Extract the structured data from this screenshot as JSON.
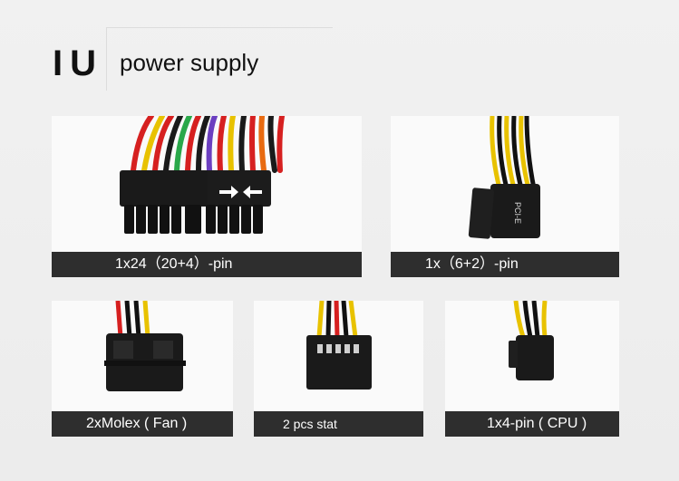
{
  "header": {
    "logo": "IU",
    "title": "power supply"
  },
  "cards": [
    {
      "caption": "1x24（20+4）-pin",
      "image": "atx-24pin-connector"
    },
    {
      "caption": "1x（6+2）-pin",
      "image": "pcie-6-2pin-connector",
      "connector_label": "PCI-E"
    },
    {
      "caption": "2xMolex ( Fan )",
      "image": "molex-connector"
    },
    {
      "caption": "2  pcs stat",
      "image": "sata-power-connector"
    },
    {
      "caption": "1x4-pin ( CPU )",
      "image": "cpu-4pin-connector"
    }
  ]
}
